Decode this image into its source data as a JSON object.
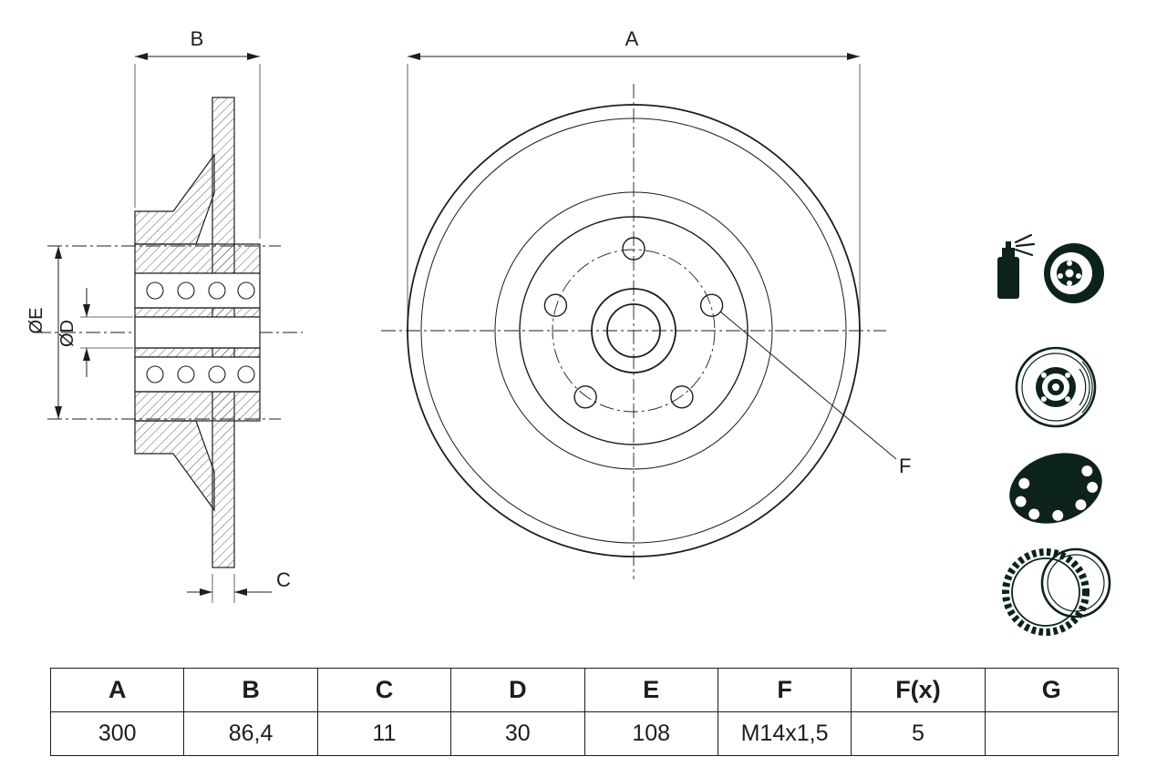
{
  "colors": {
    "line": "#1d1d1b",
    "icon": "#0c231c"
  },
  "drawing": {
    "dim_labels": {
      "a": "A",
      "b": "B",
      "c": "C",
      "d": "ØD",
      "e": "ØE",
      "f": "F"
    }
  },
  "icons": [
    "coating-spray-icon",
    "brake-disc-icon",
    "wheel-bearing-icon",
    "abs-ring-icon"
  ],
  "table": {
    "headers": [
      "A",
      "B",
      "C",
      "D",
      "E",
      "F",
      "F(x)",
      "G"
    ],
    "values": [
      "300",
      "86,4",
      "11",
      "30",
      "108",
      "M14x1,5",
      "5",
      ""
    ]
  }
}
